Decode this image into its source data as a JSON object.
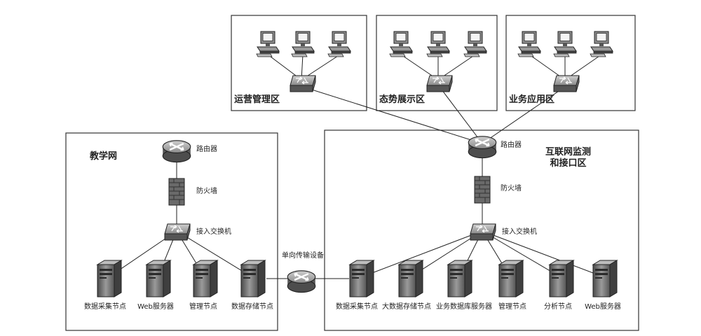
{
  "zones": {
    "ops": "运营管理区",
    "situation": "态势展示区",
    "business": "业务应用区",
    "teaching": "教学网",
    "internet_line1": "互联网监测",
    "internet_line2": "和接口区"
  },
  "teaching_net": {
    "router": "路由器",
    "firewall": "防火墙",
    "switch": "接入交换机",
    "servers": [
      "数据采集节点",
      "Web服务器",
      "管理节点",
      "数据存储节点"
    ]
  },
  "internet_net": {
    "router": "路由器",
    "firewall": "防火墙",
    "switch": "接入交换机",
    "servers": [
      "数据采集节点",
      "大数据存储节点",
      "业务数据库服务器",
      "管理节点",
      "分析节点",
      "Web服务器"
    ]
  },
  "gateway": "单向传输设备",
  "colors": {
    "line": "#222222",
    "device": "#6f6f6f",
    "box": "#333333"
  }
}
